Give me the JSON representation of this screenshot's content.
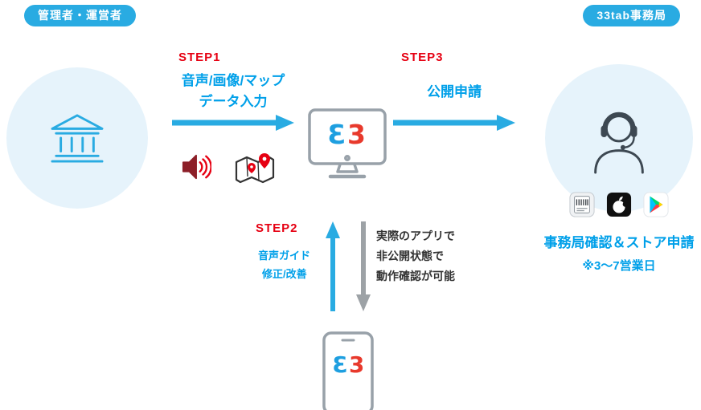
{
  "colors": {
    "accent_blue": "#29abe2",
    "text_blue": "#00a0e9",
    "step_red": "#e60012",
    "circle_bg": "#e6f3fb",
    "icon_gray": "#98a1a9",
    "arrow_gray": "#9da2a6",
    "note_text": "#333333",
    "logo_blue": "#1e9fe0",
    "logo_red": "#e8392c"
  },
  "badges": {
    "admin": "管理者・運営者",
    "office": "33tab事務局"
  },
  "flow": {
    "step1": {
      "label": "STEP1",
      "line1": "音声/画像/マップ",
      "line2": "データ入力"
    },
    "step2": {
      "label": "STEP2",
      "line1": "音声ガイド",
      "line2": "修正/改善"
    },
    "step3": {
      "label": "STEP3",
      "line1": "公開申請"
    },
    "note": {
      "line1": "実際のアプリで",
      "line2": "非公開状態で",
      "line3": "動作確認が可能"
    },
    "result": {
      "line1": "事務局確認＆ストア申請",
      "line2": "※3〜7営業日"
    }
  },
  "icons": {
    "bank": "bank-building-icon",
    "monitor": "desktop-monitor-icon",
    "phone": "smartphone-icon",
    "support": "headset-operator-icon",
    "speaker": "audio-speaker-icon",
    "map": "map-pins-icon",
    "barcode": "barcode-app-icon",
    "apple": "apple-appstore-icon",
    "play": "google-play-icon",
    "logo": "33tab-logo"
  }
}
